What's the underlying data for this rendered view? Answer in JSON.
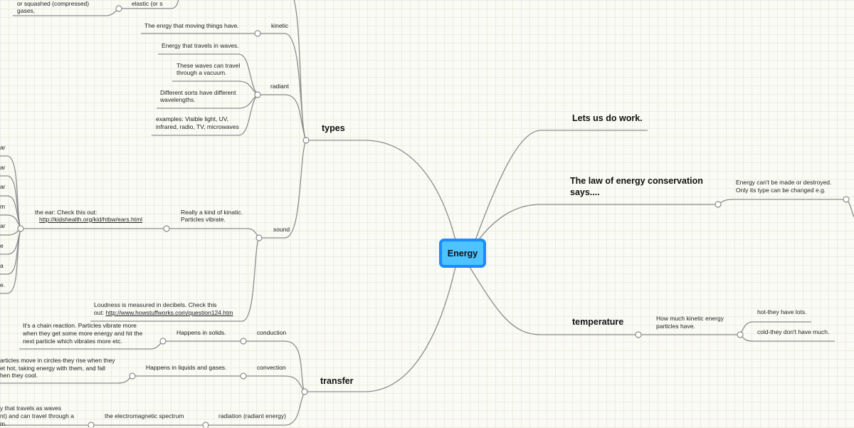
{
  "central_topic": "Energy",
  "colors": {
    "central_fill": "#4dc3ff",
    "central_border": "#1a8cff",
    "connector": "#8c8c8c"
  },
  "types": {
    "label": "types",
    "top_partial": {
      "text1": "or squashed (compressed)",
      "text2": "gases,",
      "parent": "elastic (or s"
    },
    "kinetic": {
      "label": "kinetic",
      "child": "The enrgy that moving things have."
    },
    "radiant": {
      "label": "radiant",
      "children": [
        "Energy that travels in waves.",
        "These waves can travel",
        "through a vacuum.",
        "Different sorts have different",
        "wavelengths.",
        "examples: Visible light, UV,",
        "infrared, radio, TV, microwaves"
      ]
    },
    "sound": {
      "label": "sound",
      "child": "Really a kind of kinatic.",
      "child2": "Particles vibrate.",
      "ear_label": "the ear: Check this out:",
      "ear_link": "http://kidshealth.org/kid/htbw/ears.html",
      "ear_children_partial": [
        "ar",
        "ar",
        "ar",
        "m",
        "ar",
        "e",
        "a",
        "e."
      ],
      "loudness": "Loudness is measured in decibels. Check this",
      "loudness_prefix": "out: ",
      "loudness_link": "http://www.howstuffworks.com/question124.htm"
    }
  },
  "transfer": {
    "label": "transfer",
    "conduction": {
      "label": "conduction",
      "child": "Happens in solids.",
      "detail": [
        "It's a chain reaction. Particles vibrate more",
        "when they get some more energy and hit the",
        "next particle which vibrates more etc."
      ]
    },
    "convection": {
      "label": "convection",
      "child": "Happens in liquids and gases.",
      "detail": [
        "articles move in circles-they rise when they",
        "et hot, taking energy with them, and fall",
        "hen they cool."
      ]
    },
    "radiation": {
      "label": "radiation (radiant energy)",
      "child": "the electromagnetic spectrum",
      "detail": [
        "y that travels as waves",
        "nt) and can travel through a",
        "m."
      ]
    }
  },
  "work": {
    "label": "Lets us do work."
  },
  "law": {
    "label1": "The law of energy conservation",
    "label2": "says....",
    "child1": "Energy can't be made or destroyed.",
    "child2": "Only its type can be changed e.g."
  },
  "temperature": {
    "label": "temperature",
    "child1": "How much kinetic energy",
    "child2": "particles have.",
    "hot": "hot-they have lots.",
    "cold": "cold-they don't have much."
  }
}
